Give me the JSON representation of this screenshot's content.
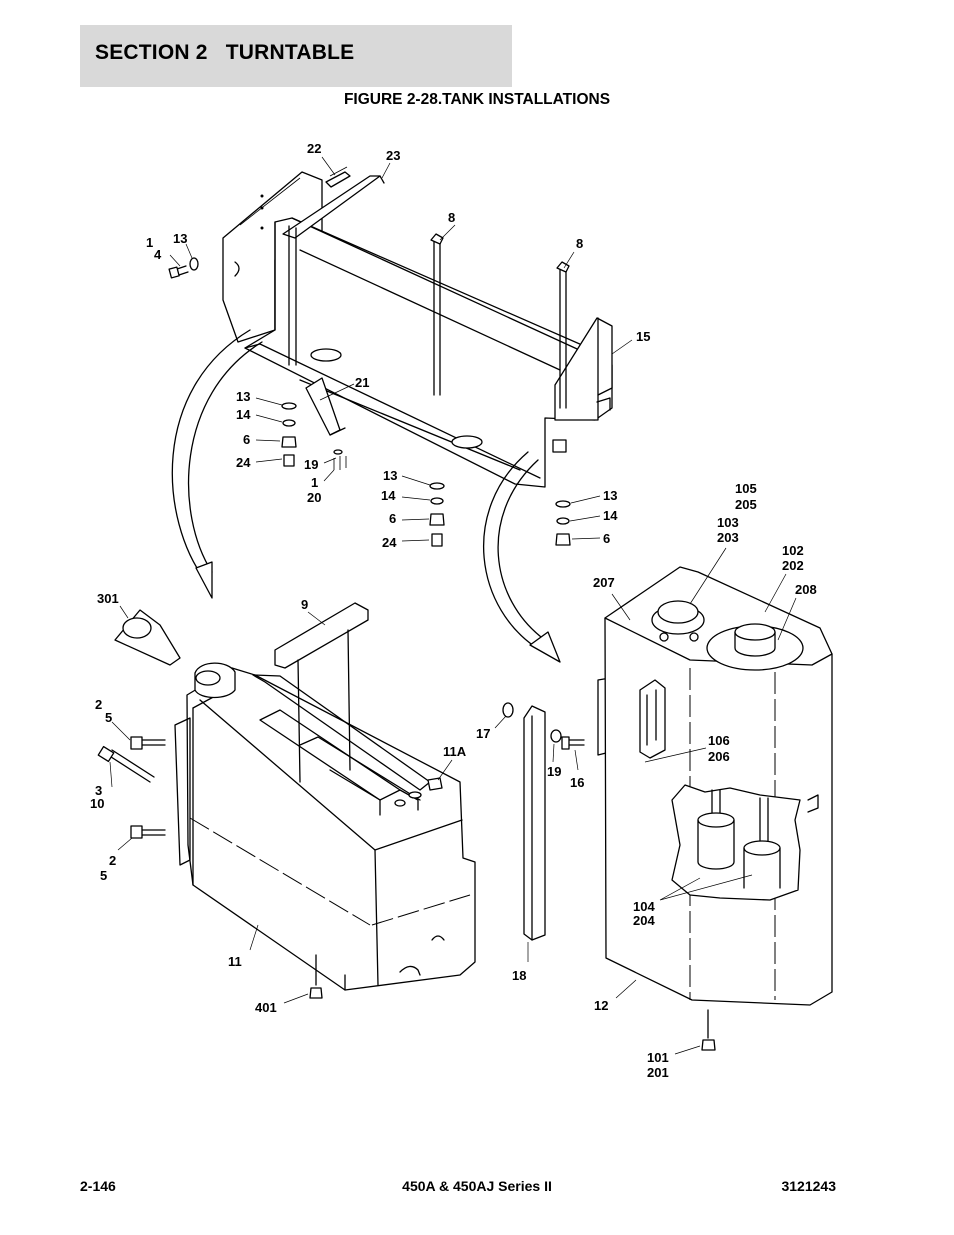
{
  "header": {
    "section_title": "SECTION 2   TURNTABLE",
    "figure_title": "FIGURE 2-28.TANK INSTALLATIONS"
  },
  "callouts": [
    {
      "id": "c22",
      "text": "22"
    },
    {
      "id": "c23",
      "text": "23"
    },
    {
      "id": "c1a",
      "text": "1"
    },
    {
      "id": "c13a",
      "text": "13"
    },
    {
      "id": "c4",
      "text": "4"
    },
    {
      "id": "c8a",
      "text": "8"
    },
    {
      "id": "c8b",
      "text": "8"
    },
    {
      "id": "c15",
      "text": "15"
    },
    {
      "id": "c21",
      "text": "21"
    },
    {
      "id": "c13b",
      "text": "13"
    },
    {
      "id": "c14a",
      "text": "14"
    },
    {
      "id": "c6a",
      "text": "6"
    },
    {
      "id": "c24a",
      "text": "24"
    },
    {
      "id": "c19a",
      "text": "19"
    },
    {
      "id": "c1b",
      "text": "1"
    },
    {
      "id": "c20",
      "text": "20"
    },
    {
      "id": "c13c",
      "text": "13"
    },
    {
      "id": "c14b",
      "text": "14"
    },
    {
      "id": "c6b",
      "text": "6"
    },
    {
      "id": "c24b",
      "text": "24"
    },
    {
      "id": "c13d",
      "text": "13"
    },
    {
      "id": "c14c",
      "text": "14"
    },
    {
      "id": "c6c",
      "text": "6"
    },
    {
      "id": "c105",
      "text": "105"
    },
    {
      "id": "c205",
      "text": "205"
    },
    {
      "id": "c103",
      "text": "103"
    },
    {
      "id": "c203",
      "text": "203"
    },
    {
      "id": "c102",
      "text": "102"
    },
    {
      "id": "c202",
      "text": "202"
    },
    {
      "id": "c208",
      "text": "208"
    },
    {
      "id": "c207",
      "text": "207"
    },
    {
      "id": "c301",
      "text": "301"
    },
    {
      "id": "c9",
      "text": "9"
    },
    {
      "id": "c2a",
      "text": "2"
    },
    {
      "id": "c5a",
      "text": "5"
    },
    {
      "id": "c3",
      "text": "3"
    },
    {
      "id": "c10",
      "text": "10"
    },
    {
      "id": "c2b",
      "text": "2"
    },
    {
      "id": "c5b",
      "text": "5"
    },
    {
      "id": "c11a",
      "text": "11A"
    },
    {
      "id": "c17",
      "text": "17"
    },
    {
      "id": "c19b",
      "text": "19"
    },
    {
      "id": "c16",
      "text": "16"
    },
    {
      "id": "c106",
      "text": "106"
    },
    {
      "id": "c206",
      "text": "206"
    },
    {
      "id": "c104",
      "text": "104"
    },
    {
      "id": "c204",
      "text": "204"
    },
    {
      "id": "c11",
      "text": "11"
    },
    {
      "id": "c401",
      "text": "401"
    },
    {
      "id": "c18",
      "text": "18"
    },
    {
      "id": "c12",
      "text": "12"
    },
    {
      "id": "c101",
      "text": "101"
    },
    {
      "id": "c201",
      "text": "201"
    }
  ],
  "footer": {
    "page_number": "2-146",
    "model": "450A & 450AJ Series II",
    "doc_number": "3121243"
  }
}
